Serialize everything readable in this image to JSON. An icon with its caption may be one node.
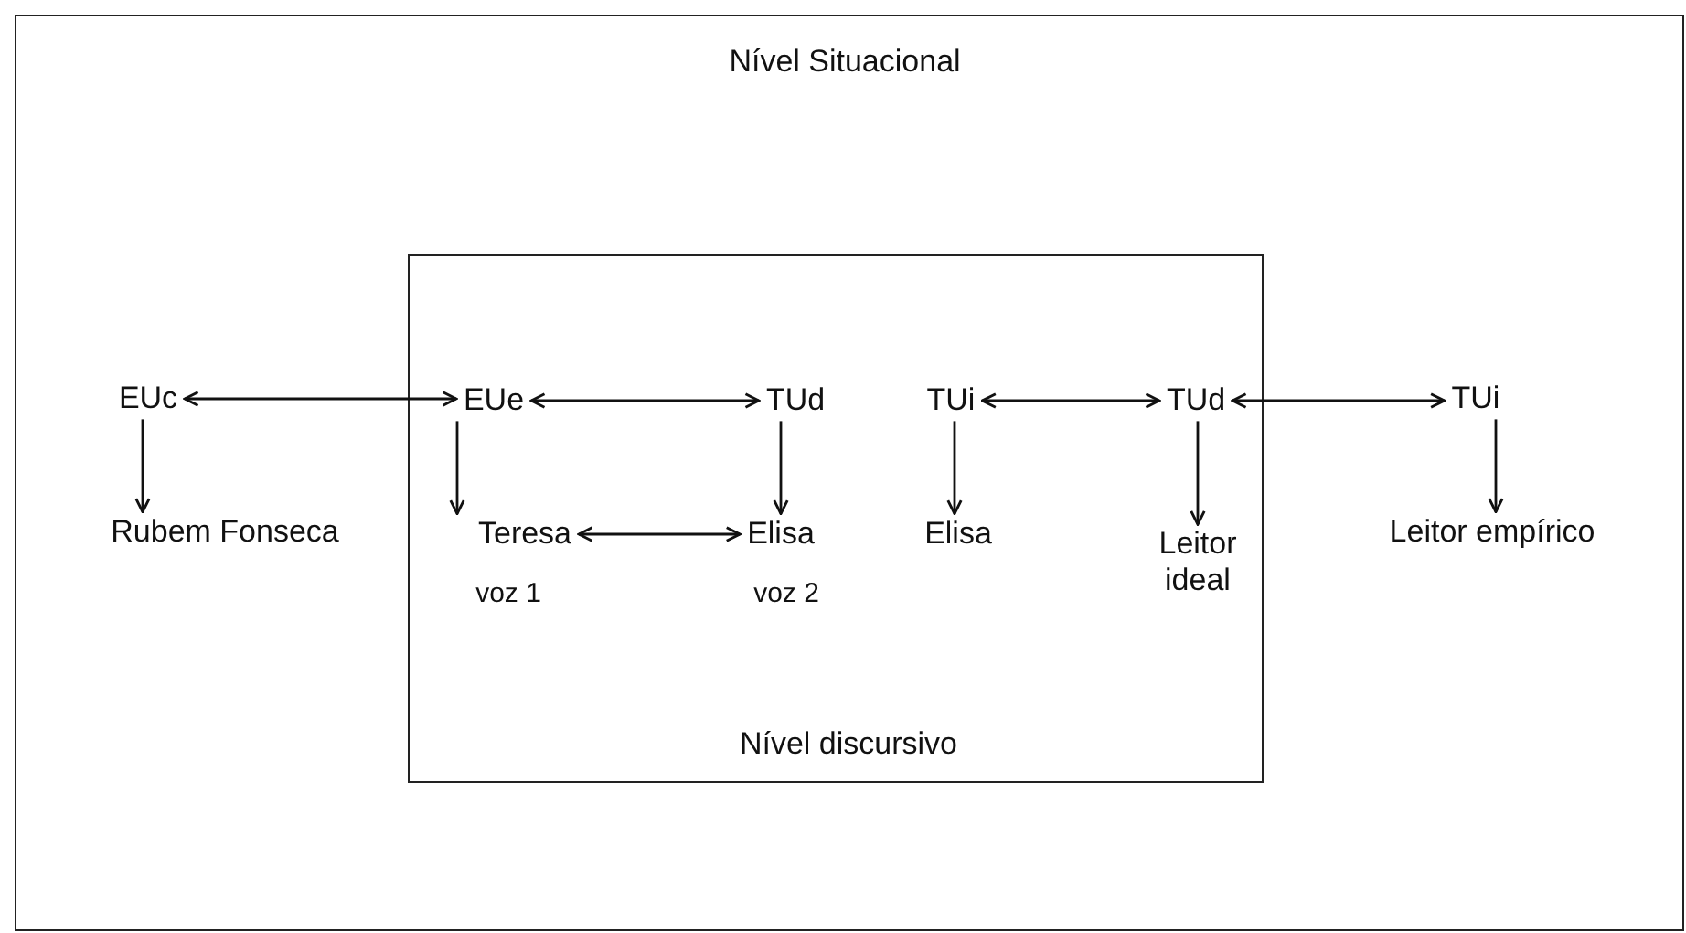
{
  "diagram": {
    "nodes": [
      {
        "text": [
          "Nível Situacional"
        ]
      },
      {
        "text": [
          "Nível discursivo"
        ],
        "in": 0
      },
      {
        "text": [
          "EUc"
        ],
        "in": 0
      },
      {
        "text": [
          "Rubem Fonseca"
        ],
        "in": 0
      },
      {
        "text": [
          "EUe"
        ],
        "in": 1
      },
      {
        "text": [
          "Teresa"
        ],
        "in": 1,
        "beside": [
          "voz 1"
        ]
      },
      {
        "text": [
          "TUd"
        ],
        "in": 1
      },
      {
        "text": [
          "Elisa"
        ],
        "in": 1,
        "beside": [
          "voz 2"
        ]
      },
      {
        "text": [
          "TUi"
        ],
        "in": 1
      },
      {
        "text": [
          "Elisa"
        ],
        "in": 1
      },
      {
        "text": [
          "TUd"
        ],
        "in": 1
      },
      {
        "text": [
          "Leitor ideal"
        ],
        "in": 1
      },
      {
        "text": [
          "TUi"
        ],
        "in": 0
      },
      {
        "text": [
          "Leitor empírico"
        ],
        "in": 0
      }
    ],
    "edges": [
      {
        "from": 2,
        "to": 4,
        "arrow": "both"
      },
      {
        "from": 2,
        "to": 3,
        "arrow": "to"
      },
      {
        "from": 4,
        "to": 6,
        "arrow": "both"
      },
      {
        "from": 4,
        "to": 5,
        "arrow": "to"
      },
      {
        "from": 5,
        "to": 7,
        "arrow": "both"
      },
      {
        "from": 6,
        "to": 7,
        "arrow": "to"
      },
      {
        "from": 8,
        "to": 10,
        "arrow": "both"
      },
      {
        "from": 8,
        "to": 9,
        "arrow": "to"
      },
      {
        "from": 10,
        "to": 11,
        "arrow": "to"
      },
      {
        "from": 10,
        "to": 12,
        "arrow": "both"
      },
      {
        "from": 12,
        "to": 13,
        "arrow": "to"
      }
    ]
  }
}
